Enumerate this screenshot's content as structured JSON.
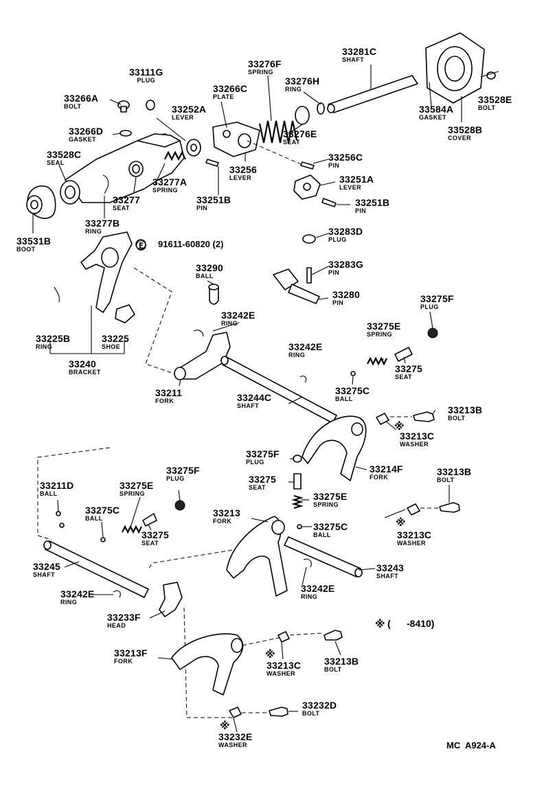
{
  "diagram_code": "MC  A924-A",
  "note": {
    "mark": "※",
    "text": "(      -8410)"
  },
  "extra_part": {
    "mark": "Ⓔ",
    "text": "91611-60820 (2)"
  },
  "labels": [
    {
      "id": "33111g",
      "num": "33111G",
      "name": "PLUG"
    },
    {
      "id": "33266a",
      "num": "33266A",
      "name": "BOLT"
    },
    {
      "id": "33266d",
      "num": "33266D",
      "name": "GASKET"
    },
    {
      "id": "33528c",
      "num": "33528C",
      "name": "SEAL"
    },
    {
      "id": "33531b",
      "num": "33531B",
      "name": "BOOT"
    },
    {
      "id": "33252a",
      "num": "33252A",
      "name": "LEVER"
    },
    {
      "id": "33277a",
      "num": "33277A",
      "name": "SPRING"
    },
    {
      "id": "33277",
      "num": "33277",
      "name": "SEAT"
    },
    {
      "id": "33277b",
      "num": "33277B",
      "name": "RING"
    },
    {
      "id": "33266c",
      "num": "33266C",
      "name": "PLATE"
    },
    {
      "id": "33276f",
      "num": "33276F",
      "name": "SPRING"
    },
    {
      "id": "33276h",
      "num": "33276H",
      "name": "RING"
    },
    {
      "id": "33276e",
      "num": "33276E",
      "name": "SEAT"
    },
    {
      "id": "33281c",
      "num": "33281C",
      "name": "SHAFT"
    },
    {
      "id": "33584a",
      "num": "33584A",
      "name": "GASKET"
    },
    {
      "id": "33528b",
      "num": "33528B",
      "name": "COVER"
    },
    {
      "id": "33528e",
      "num": "33528E",
      "name": "BOLT"
    },
    {
      "id": "33256c",
      "num": "33256C",
      "name": "PIN"
    },
    {
      "id": "33256",
      "num": "33256",
      "name": "LEVER"
    },
    {
      "id": "33251a",
      "num": "33251A",
      "name": "LEVER"
    },
    {
      "id": "33251b-1",
      "num": "33251B",
      "name": "PIN"
    },
    {
      "id": "33251b-2",
      "num": "33251B",
      "name": "PIN"
    },
    {
      "id": "33283d",
      "num": "33283D",
      "name": "PLUG"
    },
    {
      "id": "33290",
      "num": "33290",
      "name": "BALL"
    },
    {
      "id": "33283g",
      "num": "33283G",
      "name": "PIN"
    },
    {
      "id": "33280",
      "num": "33280",
      "name": "PIN"
    },
    {
      "id": "33275f-1",
      "num": "33275F",
      "name": "PLUG"
    },
    {
      "id": "33242e-1",
      "num": "33242E",
      "name": "RING"
    },
    {
      "id": "33225b",
      "num": "33225B",
      "name": "RING"
    },
    {
      "id": "33225",
      "num": "33225",
      "name": "SHOE"
    },
    {
      "id": "33240",
      "num": "33240",
      "name": "BRACKET"
    },
    {
      "id": "33242e-2",
      "num": "33242E",
      "name": "RING"
    },
    {
      "id": "33275e-1",
      "num": "33275E",
      "name": "SPRING"
    },
    {
      "id": "33275-1",
      "num": "33275",
      "name": "SEAT"
    },
    {
      "id": "33211",
      "num": "33211",
      "name": "FORK"
    },
    {
      "id": "33244c",
      "num": "33244C",
      "name": "SHAFT"
    },
    {
      "id": "33275c-1",
      "num": "33275C",
      "name": "BALL"
    },
    {
      "id": "33213b-1",
      "num": "33213B",
      "name": "BOLT"
    },
    {
      "id": "33213c-1",
      "num": "33213C",
      "name": "WASHER"
    },
    {
      "id": "33275f-2",
      "num": "33275F",
      "name": "PLUG"
    },
    {
      "id": "33214f",
      "num": "33214F",
      "name": "FORK"
    },
    {
      "id": "33275-2",
      "num": "33275",
      "name": "SEAT"
    },
    {
      "id": "33275e-2",
      "num": "33275E",
      "name": "SPRING"
    },
    {
      "id": "33213b-2",
      "num": "33213B",
      "name": "BOLT"
    },
    {
      "id": "33211d",
      "num": "33211D",
      "name": "BALL"
    },
    {
      "id": "33275e-3",
      "num": "33275E",
      "name": "SPRING"
    },
    {
      "id": "33275f-3",
      "num": "33275F",
      "name": "PLUG"
    },
    {
      "id": "33275c-2",
      "num": "33275C",
      "name": "BALL"
    },
    {
      "id": "33275-3",
      "num": "33275",
      "name": "SEAT"
    },
    {
      "id": "33213",
      "num": "33213",
      "name": "FORK"
    },
    {
      "id": "33275c-3",
      "num": "33275C",
      "name": "BALL"
    },
    {
      "id": "33213c-2",
      "num": "33213C",
      "name": "WASHER"
    },
    {
      "id": "33245",
      "num": "33245",
      "name": "SHAFT"
    },
    {
      "id": "33243",
      "num": "33243",
      "name": "SHAFT"
    },
    {
      "id": "33242e-3",
      "num": "33242E",
      "name": "RING"
    },
    {
      "id": "33242e-4",
      "num": "33242E",
      "name": "RING"
    },
    {
      "id": "33233f",
      "num": "33233F",
      "name": "HEAD"
    },
    {
      "id": "33213f",
      "num": "33213F",
      "name": "FORK"
    },
    {
      "id": "33213c-3",
      "num": "33213C",
      "name": "WASHER"
    },
    {
      "id": "33213b-3",
      "num": "33213B",
      "name": "BOLT"
    },
    {
      "id": "33232d",
      "num": "33232D",
      "name": "BOLT"
    },
    {
      "id": "33232e",
      "num": "33232E",
      "name": "WASHER"
    }
  ]
}
